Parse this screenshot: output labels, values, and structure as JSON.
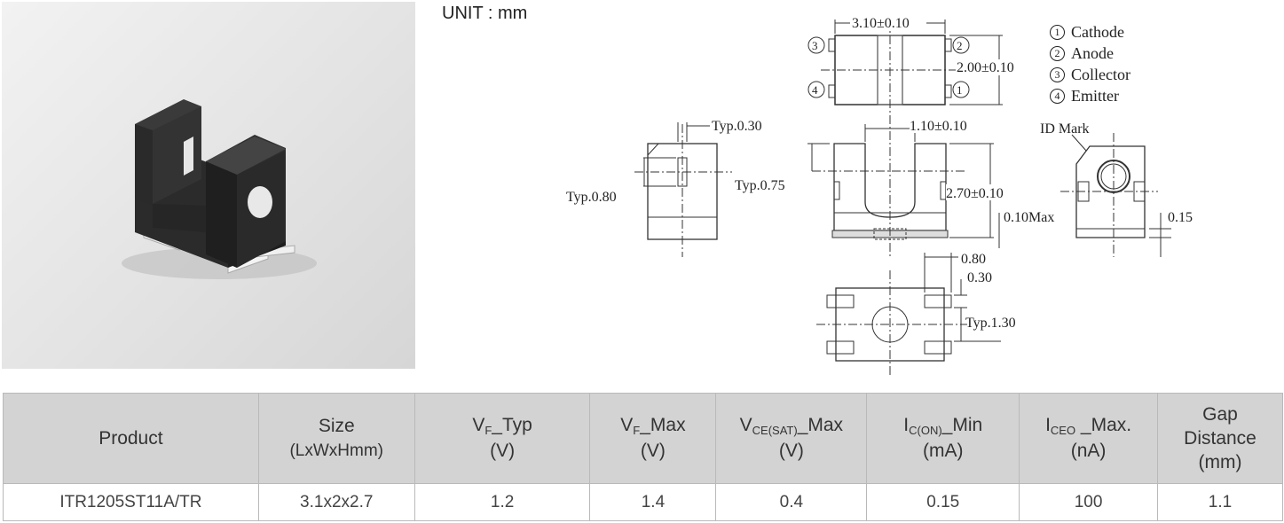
{
  "unit_label": "UNIT : mm",
  "legend": [
    {
      "num": "1",
      "label": "Cathode"
    },
    {
      "num": "2",
      "label": "Anode"
    },
    {
      "num": "3",
      "label": "Collector"
    },
    {
      "num": "4",
      "label": "Emitter"
    }
  ],
  "dimensions": {
    "width": "3.10±0.10",
    "depth": "2.00±0.10",
    "gap": "1.10±0.10",
    "height": "2.70±0.10",
    "typ_030": "Typ.0.30",
    "typ_080": "Typ.0.80",
    "typ_075": "Typ.0.75",
    "max_010": "0.10Max",
    "id_mark": "ID Mark",
    "d015": "0.15",
    "d080": "0.80",
    "d030": "0.30",
    "typ_130": "Typ.1.30"
  },
  "pin_labels": {
    "top_left": "3",
    "top_right": "2",
    "bottom_left": "4",
    "bottom_right": "1"
  },
  "table": {
    "headers": {
      "product": "Product",
      "size_line1": "Size",
      "size_line2": "(LxWxHmm)",
      "vf_typ_main": "V",
      "vf_typ_sub": "F",
      "vf_typ_rest": "_Typ",
      "vf_typ_unit": "(V)",
      "vf_max_main": "V",
      "vf_max_sub": "F",
      "vf_max_rest": "_Max",
      "vf_max_unit": "(V)",
      "vce_main": "V",
      "vce_sub": "CE(SAT)",
      "vce_rest": "_Max",
      "vce_unit": "(V)",
      "ic_main": "I",
      "ic_sub": "C(ON)",
      "ic_rest": "_Min",
      "ic_unit": "(mA)",
      "iceo_main": "I",
      "iceo_sub": "CEO",
      "iceo_rest": " _Max.",
      "iceo_unit": "(nA)",
      "gap_line1": "Gap",
      "gap_line2": "Distance",
      "gap_line3": "(mm)"
    },
    "row": {
      "product": "ITR1205ST11A/TR",
      "size": "3.1x2x2.7",
      "vf_typ": "1.2",
      "vf_max": "1.4",
      "vce_sat_max": "0.4",
      "ic_on_min": "0.15",
      "iceo_max": "100",
      "gap": "1.1"
    }
  }
}
